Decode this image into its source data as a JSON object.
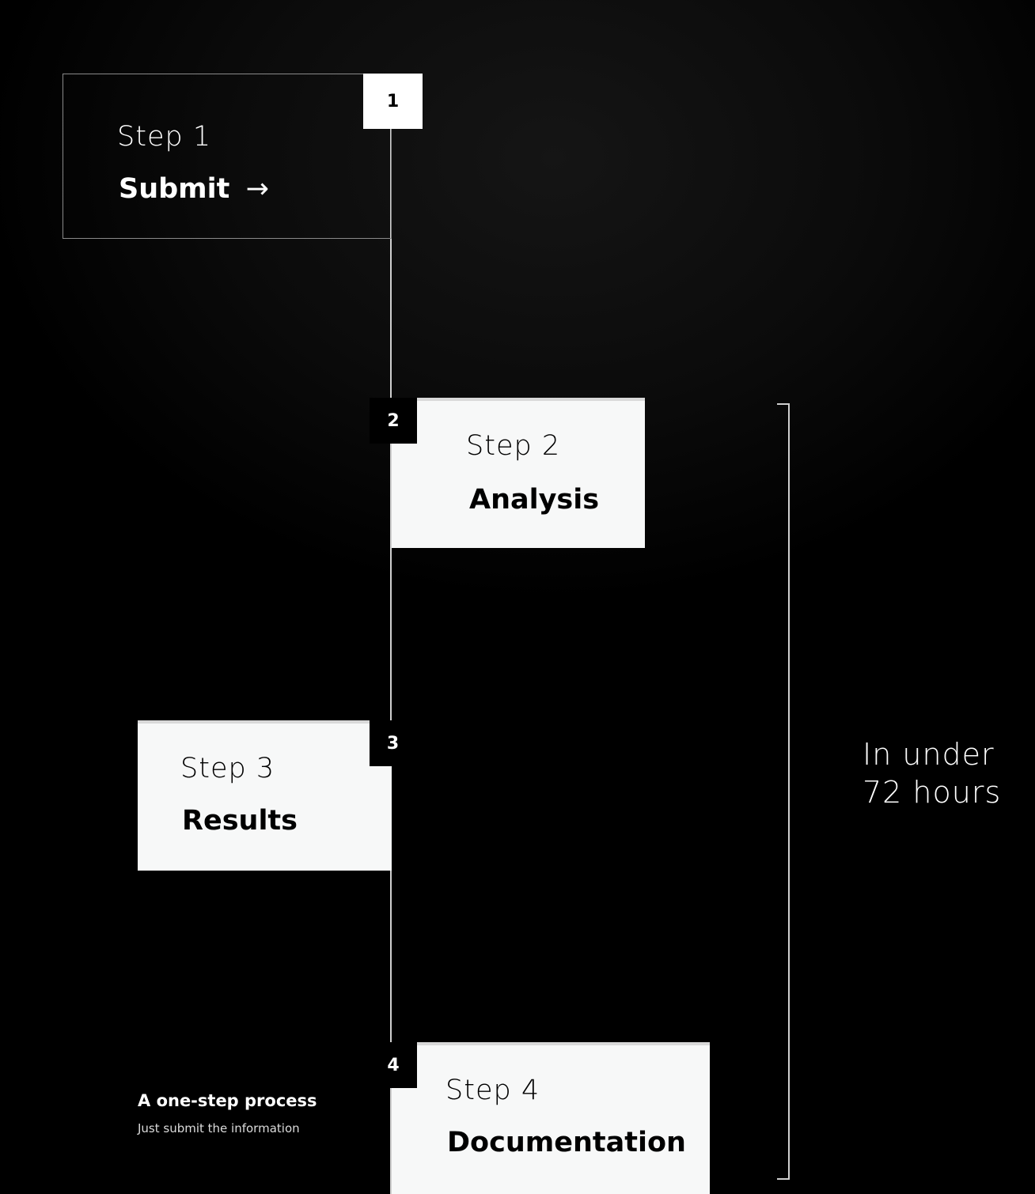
{
  "steps": [
    {
      "number": "1",
      "label": "Step 1",
      "title": "Submit",
      "arrow": "→",
      "icon": "arrow-right-icon"
    },
    {
      "number": "2",
      "label": "Step 2",
      "title": "Analysis"
    },
    {
      "number": "3",
      "label": "Step 3",
      "title": "Results"
    },
    {
      "number": "4",
      "label": "Step 4",
      "title": "Documentation"
    }
  ],
  "duration": {
    "line1": "In under",
    "line2": "72 hours"
  },
  "caption": {
    "title": "A one-step process",
    "subtitle": "Just submit the information"
  },
  "colors": {
    "background": "#000000",
    "card": "#f7f8f8",
    "line": "#cfcfcf"
  }
}
